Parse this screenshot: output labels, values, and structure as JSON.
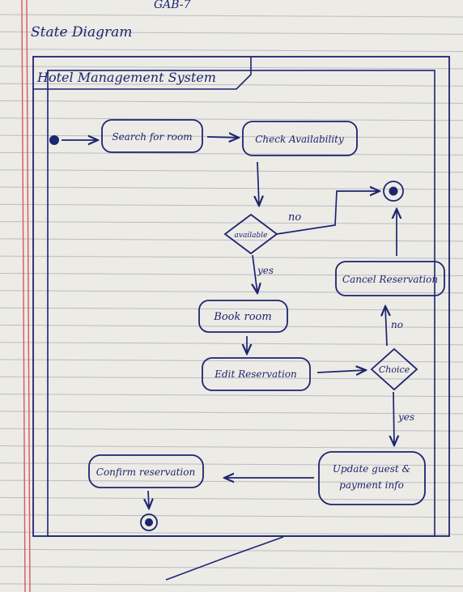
{
  "page": {
    "header_note": "GAB-7",
    "heading": "State Diagram"
  },
  "frame": {
    "name": "Hotel Management System"
  },
  "states": {
    "search": "Search for room",
    "check": "Check Availability",
    "book": "Book room",
    "edit": "Edit Reservation",
    "cancel": "Cancel Reservation",
    "update_line1": "Update guest &",
    "update_line2": "payment info",
    "confirm": "Confirm reservation"
  },
  "decisions": {
    "available": "available",
    "choice": "Choice"
  },
  "guards": {
    "no_available": "no",
    "yes_available": "yes",
    "no_choice": "no",
    "yes_choice": "yes"
  },
  "colors": {
    "ink": "#1d2470",
    "margin_line": "#d9585a",
    "rule_line": "#b9bcc4",
    "paper": "#ecebe6"
  }
}
